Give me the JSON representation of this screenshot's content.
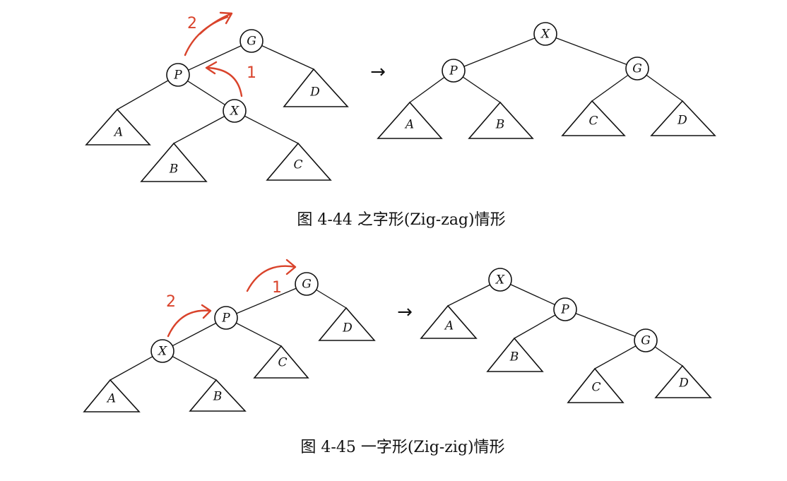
{
  "figures": [
    {
      "caption": "图 4-44   之字形(Zig-zag)情形",
      "before": {
        "nodes": {
          "G": "G",
          "P": "P",
          "X": "X"
        },
        "subtrees": {
          "A": "A",
          "B": "B",
          "C": "C",
          "D": "D"
        }
      },
      "after": {
        "nodes": {
          "X": "X",
          "P": "P",
          "G": "G"
        },
        "subtrees": {
          "A": "A",
          "B": "B",
          "C": "C",
          "D": "D"
        }
      },
      "arrow": "→",
      "annotations": {
        "step1": "1",
        "step2": "2"
      }
    },
    {
      "caption": "图 4-45   一字形(Zig-zig)情形",
      "before": {
        "nodes": {
          "G": "G",
          "P": "P",
          "X": "X"
        },
        "subtrees": {
          "A": "A",
          "B": "B",
          "C": "C",
          "D": "D"
        }
      },
      "after": {
        "nodes": {
          "X": "X",
          "P": "P",
          "G": "G"
        },
        "subtrees": {
          "A": "A",
          "B": "B",
          "C": "C",
          "D": "D"
        }
      },
      "arrow": "→",
      "annotations": {
        "step1": "1",
        "step2": "2"
      }
    }
  ],
  "colors": {
    "ink": "#111111",
    "annotation": "#d9432b"
  }
}
